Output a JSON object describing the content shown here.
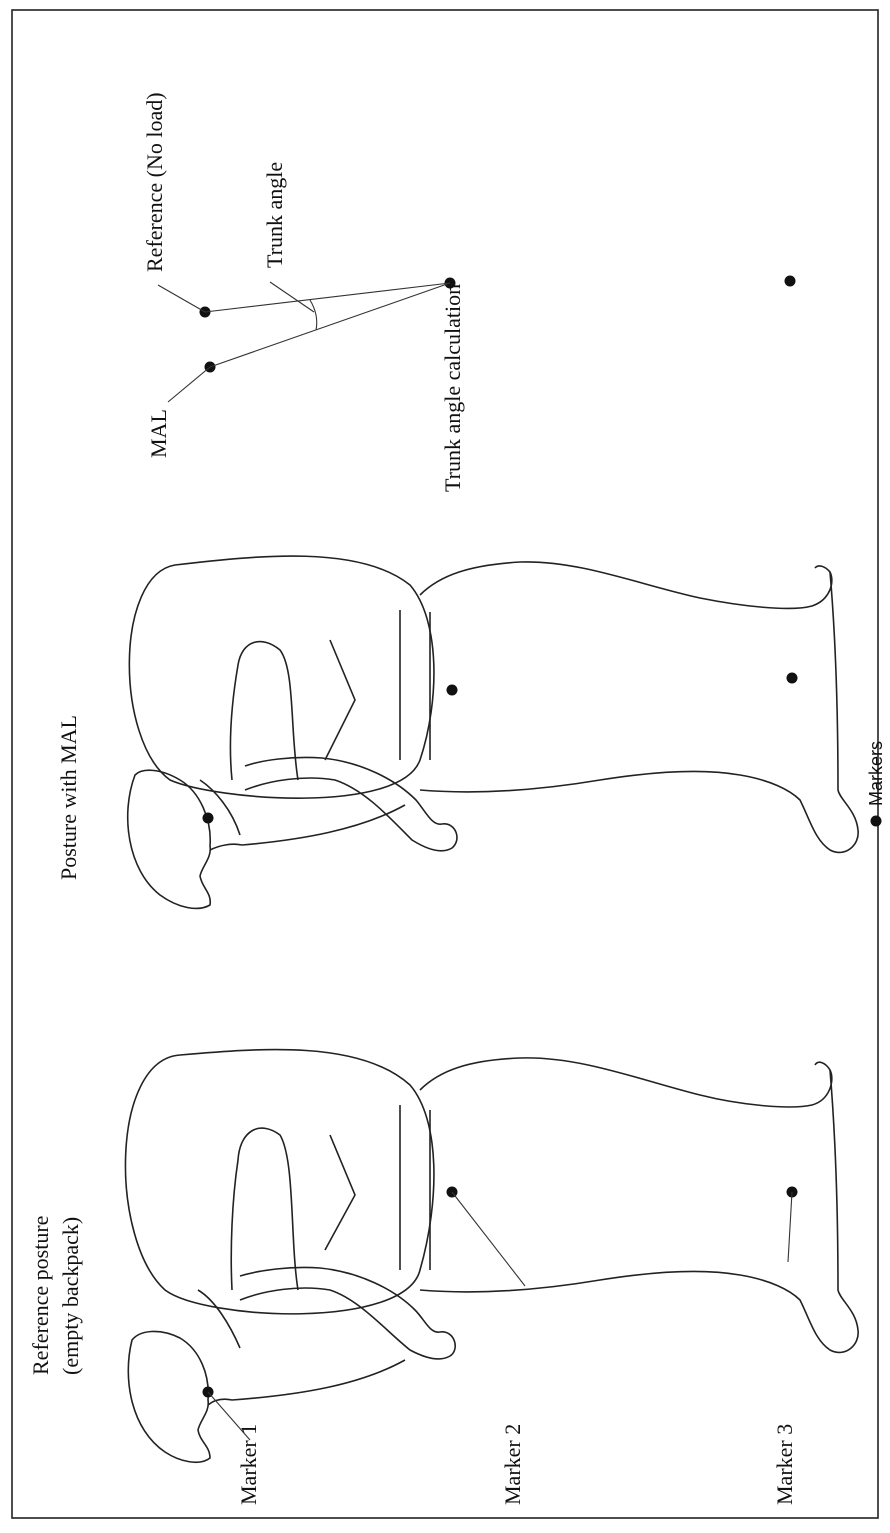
{
  "figure": {
    "panels": [
      {
        "id": "reference",
        "title_line1": "Reference posture",
        "title_line2": "(empty backpack)"
      },
      {
        "id": "mal",
        "title": "Posture with MAL"
      },
      {
        "id": "calculation",
        "title": "Trunk angle calculation"
      }
    ],
    "marker_labels": {
      "marker1": "Marker 1",
      "marker2": "Marker 2",
      "marker3": "Marker 3"
    },
    "calc_labels": {
      "reference": "Reference (No load)",
      "trunk_angle": "Trunk angle",
      "mal": "MAL"
    },
    "legend": {
      "label": "Markers"
    },
    "orientation": "rotated 90 degrees counter-clockwise"
  }
}
